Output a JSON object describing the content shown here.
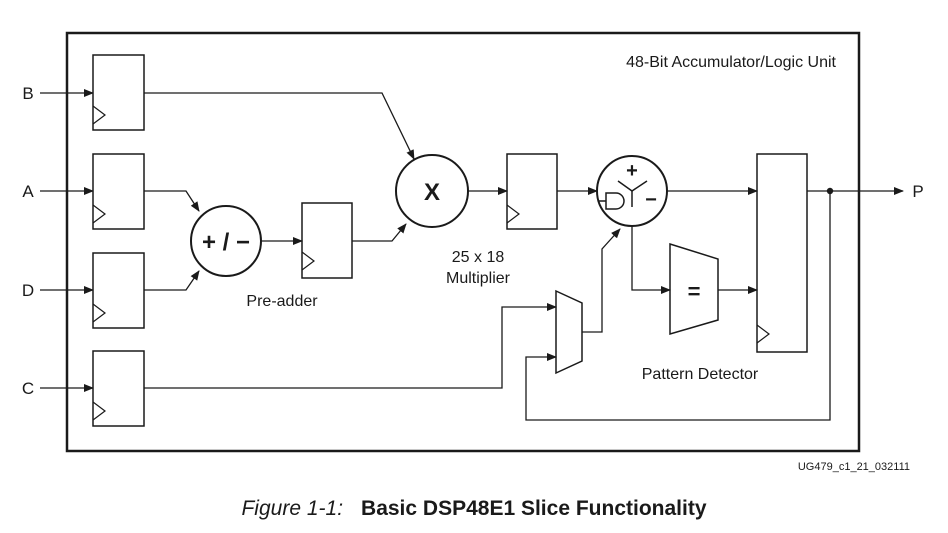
{
  "diagram": {
    "unit_title": "48-Bit Accumulator/Logic Unit",
    "inputs": {
      "b": "B",
      "a": "A",
      "d": "D",
      "c": "C"
    },
    "output": "P",
    "preadder": {
      "symbol": "+ / −",
      "label": "Pre-adder"
    },
    "multiplier": {
      "symbol": "X",
      "label_line1": "25 x 18",
      "label_line2": "Multiplier"
    },
    "alu": {
      "plus": "+",
      "minus": "−"
    },
    "pattern_detector": {
      "symbol": "=",
      "label": "Pattern Detector"
    },
    "doc_id": "UG479_c1_21_032111"
  },
  "caption": {
    "label": "Figure 1-1:",
    "title": "Basic DSP48E1 Slice Functionality"
  }
}
